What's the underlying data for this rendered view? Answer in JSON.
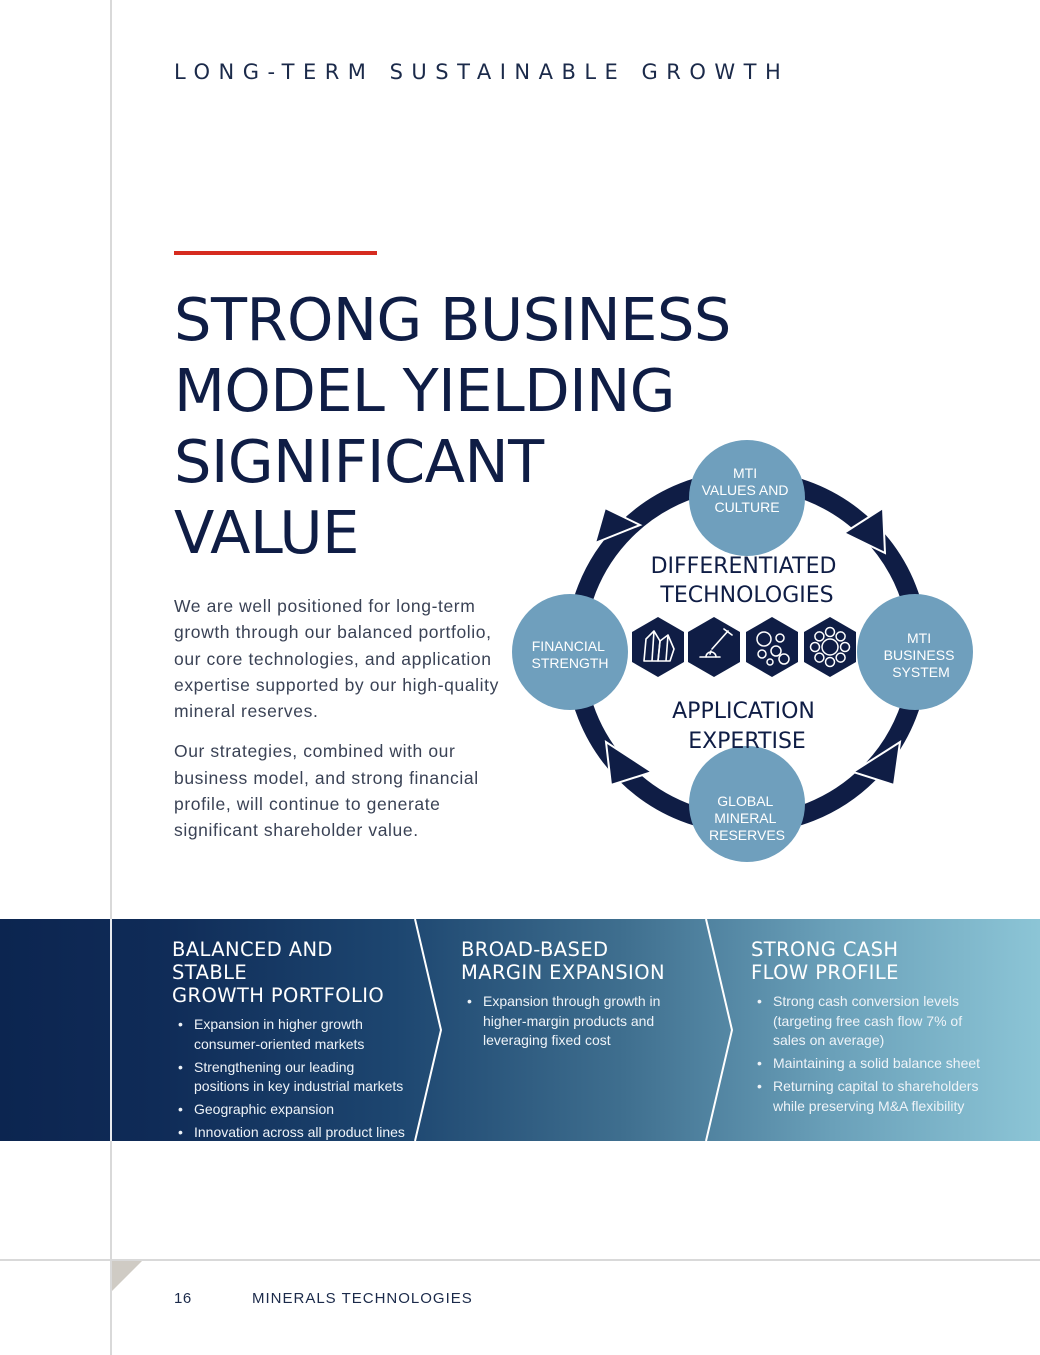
{
  "header": {
    "eyebrow": "LONG-TERM SUSTAINABLE GROWTH"
  },
  "headline": "STRONG BUSINESS MODEL YIELDING SIGNIFICANT VALUE",
  "body": {
    "paragraphs": [
      "We are well positioned for long-term growth through our balanced portfolio, our core technologies, and application expertise supported by our high-quality mineral reserves.",
      "Our strategies, combined with our business model, and strong financial profile, will continue to generate significant shareholder value."
    ]
  },
  "diagram": {
    "center_top": [
      "DIFFERENTIATED",
      "TECHNOLOGIES"
    ],
    "center_bottom": [
      "APPLICATION",
      "EXPERTISE"
    ],
    "nodes": {
      "top": [
        "MTI",
        "VALUES AND",
        "CULTURE"
      ],
      "right": [
        "MTI",
        "BUSINESS",
        "SYSTEM"
      ],
      "bottom": [
        "GLOBAL",
        "MINERAL",
        "RESERVES"
      ],
      "left": [
        "FINANCIAL",
        "STRENGTH"
      ]
    },
    "icons": [
      "crystal-icon",
      "dropper-icon",
      "bubbles-icon",
      "particle-ring-icon"
    ],
    "colors": {
      "ring": "#0f1d45",
      "node": "#6f9fbd",
      "hexagon": "#0f1d45"
    }
  },
  "band": {
    "columns": [
      {
        "title": [
          "BALANCED AND STABLE",
          "GROWTH PORTFOLIO"
        ],
        "bullets": [
          "Expansion in higher growth consumer-oriented markets",
          "Strengthening our leading positions in key industrial markets",
          "Geographic expansion",
          "Innovation across all product lines"
        ]
      },
      {
        "title": [
          "BROAD-BASED",
          "MARGIN EXPANSION"
        ],
        "bullets": [
          "Expansion through growth in higher-margin products and leveraging fixed cost"
        ]
      },
      {
        "title": [
          "STRONG CASH",
          "FLOW PROFILE"
        ],
        "bullets": [
          "Strong cash conversion levels (targeting free cash flow 7% of sales on average)",
          "Maintaining a solid balance sheet",
          "Returning capital to shareholders while preserving M&A flexibility"
        ]
      }
    ]
  },
  "footer": {
    "page_number": "16",
    "company": "MINERALS TECHNOLOGIES"
  },
  "colors": {
    "accent_red": "#d62b1f",
    "navy": "#0f1d45",
    "light_blue": "#8cc5d6"
  }
}
